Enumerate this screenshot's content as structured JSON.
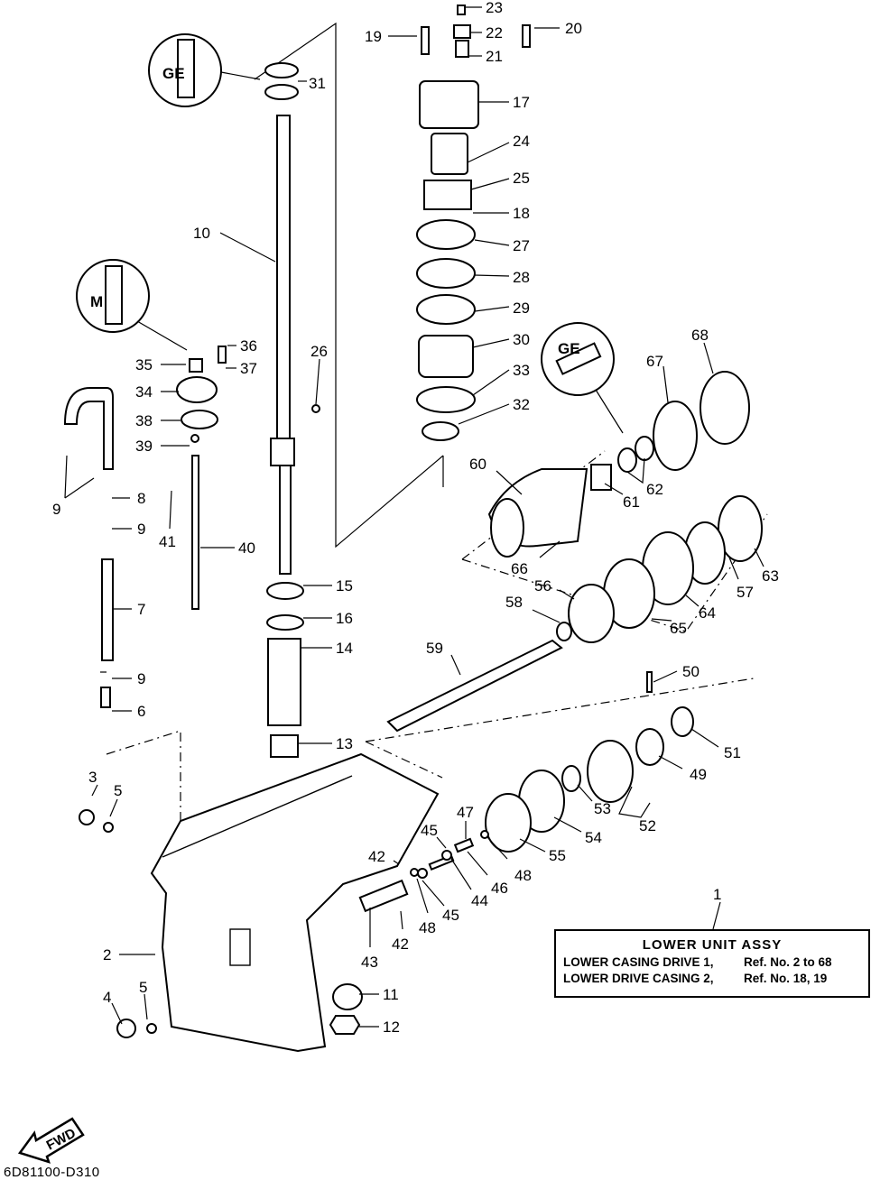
{
  "diagram_code": "6D81100-D310",
  "fwd_label": "FWD",
  "assy": {
    "ref": "1",
    "title": "LOWER UNIT ASSY",
    "rows": [
      {
        "desc": "LOWER CASING DRIVE 1,",
        "ref": "Ref. No. 2 to 68"
      },
      {
        "desc": "LOWER DRIVE CASING 2,",
        "ref": "Ref. No. 18, 19"
      }
    ]
  },
  "lubricant_markers": [
    "GE",
    "M",
    "GE"
  ],
  "callouts": [
    "2",
    "3",
    "4",
    "5",
    "5",
    "6",
    "7",
    "8",
    "9",
    "9",
    "9",
    "9",
    "10",
    "11",
    "12",
    "13",
    "14",
    "15",
    "16",
    "17",
    "18",
    "19",
    "20",
    "21",
    "22",
    "23",
    "24",
    "25",
    "26",
    "27",
    "28",
    "29",
    "30",
    "31",
    "32",
    "33",
    "34",
    "35",
    "36",
    "37",
    "38",
    "39",
    "40",
    "41",
    "42",
    "42",
    "43",
    "44",
    "45",
    "45",
    "46",
    "47",
    "48",
    "48",
    "49",
    "50",
    "51",
    "52",
    "53",
    "54",
    "55",
    "56",
    "57",
    "58",
    "59",
    "60",
    "61",
    "62",
    "63",
    "64",
    "65",
    "66",
    "67",
    "68"
  ]
}
